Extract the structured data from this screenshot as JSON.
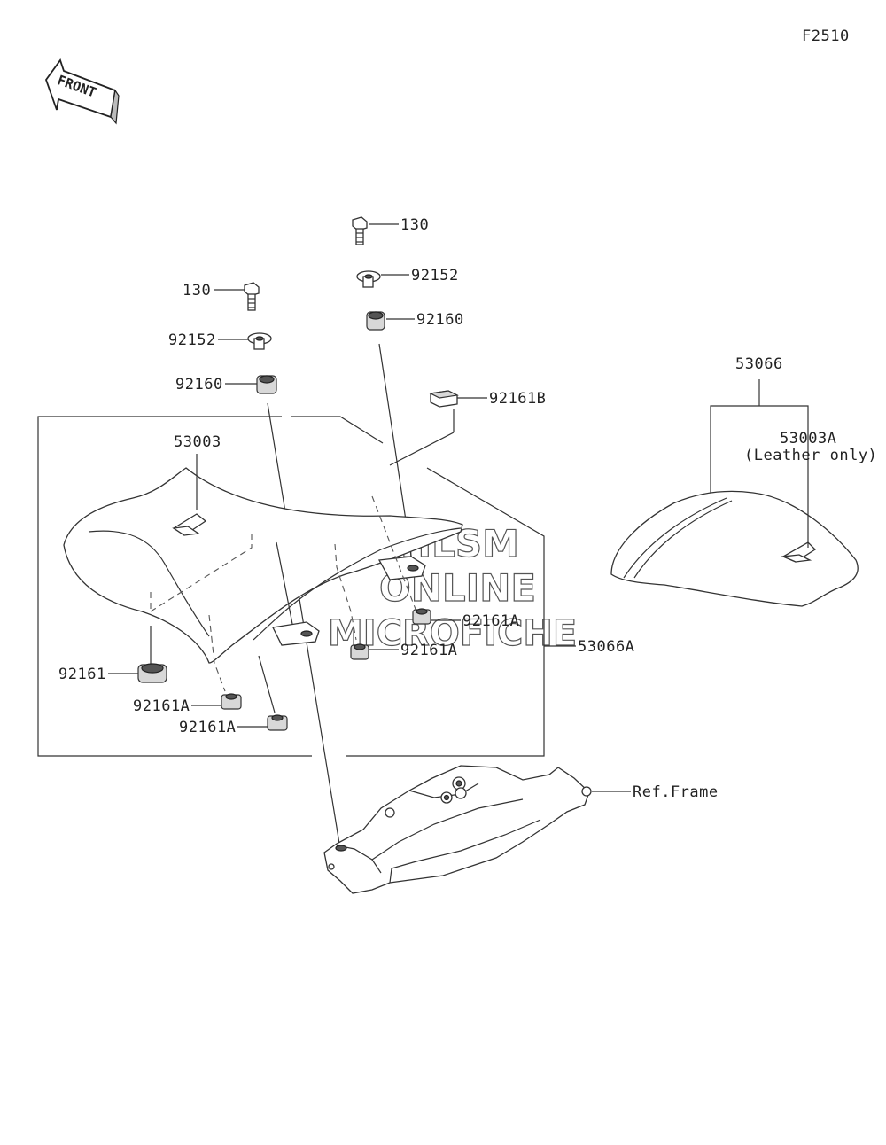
{
  "figure_code": "F2510",
  "front_arrow_text": "FRONT",
  "watermark": {
    "line1": "HLSM",
    "line2": "ONLINE",
    "line3": "MICROFICHE"
  },
  "labels": {
    "bolt_right": "130",
    "collar_right": "92152",
    "grommet_right": "92160",
    "bolt_left": "130",
    "collar_left": "92152",
    "grommet_left": "92160",
    "damper_b": "92161B",
    "seat_cover": "53003",
    "seat_assy": "53066",
    "seat_cover_a": "53003A",
    "seat_cover_a_note": "(Leather only)",
    "damper_a_1": "92161A",
    "damper_a_2": "92161A",
    "seat_assy_a": "53066A",
    "damper": "92161",
    "damper_a_3": "92161A",
    "damper_a_4": "92161A",
    "ref_frame": "Ref.Frame"
  },
  "colors": {
    "ink": "#333333",
    "part_fill": "#ffffff",
    "rubber": "#555555"
  }
}
